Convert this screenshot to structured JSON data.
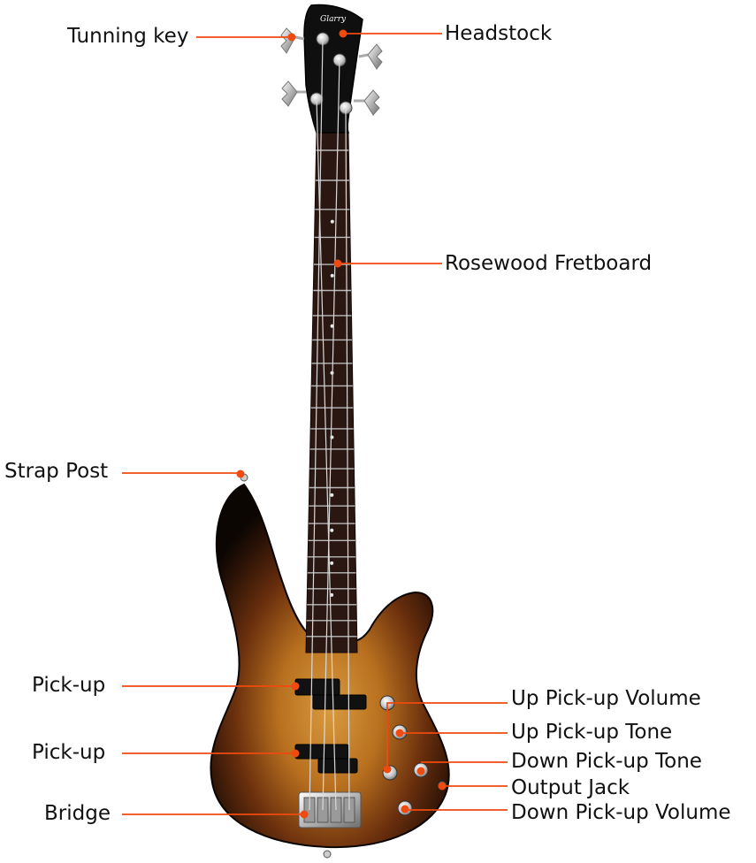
{
  "brand": "Glarry",
  "colors": {
    "leader": "#ef4a0f",
    "dot": "#ef4a0f",
    "text": "#111111",
    "body_center": "#c9822f",
    "body_mid": "#7a3a12",
    "body_edge": "#140a05",
    "fretboard": "#2b1712",
    "headstock": "#0f0f0f",
    "chrome": "#d8d8d8"
  },
  "labels": {
    "tuning_key": "Tunning key",
    "headstock": "Headstock",
    "fretboard": "Rosewood Fretboard",
    "strap_post": "Strap Post",
    "pickup_up": "Pick-up",
    "pickup_down": "Pick-up",
    "bridge": "Bridge",
    "up_volume": "Up Pick-up Volume",
    "up_tone": "Up Pick-up Tone",
    "down_tone": "Down Pick-up Tone",
    "output_jack": "Output Jack",
    "down_volume": "Down Pick-up Volume"
  }
}
